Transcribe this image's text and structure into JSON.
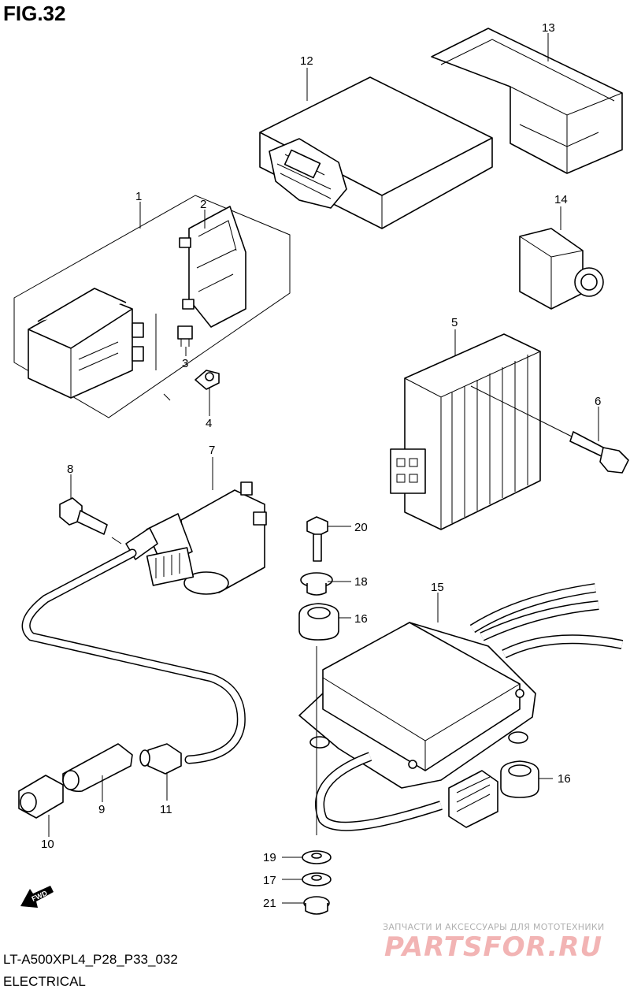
{
  "figure": {
    "title": "FIG.32"
  },
  "callouts": {
    "c1": "1",
    "c2": "2",
    "c3": "3",
    "c4": "4",
    "c5": "5",
    "c6": "6",
    "c7": "7",
    "c8": "8",
    "c9": "9",
    "c10": "10",
    "c11": "11",
    "c12": "12",
    "c13": "13",
    "c14": "14",
    "c15": "15",
    "c16a": "16",
    "c16b": "16",
    "c17": "17",
    "c18": "18",
    "c19": "19",
    "c20": "20",
    "c21": "21"
  },
  "footer": {
    "code": "LT-A500XPL4_P28_P33_032",
    "name": "ELECTRICAL"
  },
  "direction_badge": {
    "label": "FWD",
    "icon": "forward-arrow-icon"
  },
  "watermark": {
    "tagline": "ЗАПЧАСТИ И АКСЕССУАРЫ ДЛЯ МОТОТЕХНИКИ",
    "logo": "PARTSFOR.RU",
    "color": "#e05050"
  }
}
